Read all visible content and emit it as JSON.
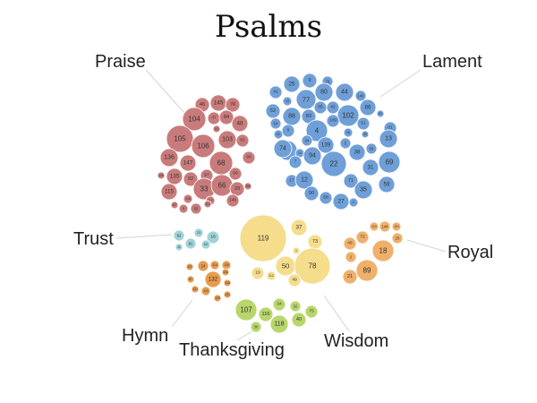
{
  "title": "Psalms",
  "groups": [
    {
      "name": "Praise",
      "color": "#c97b7b",
      "psalms": [
        "46",
        "145",
        "76",
        "104",
        "47",
        "84",
        "48",
        "111",
        "105",
        "106",
        "103",
        "81",
        "136",
        "147",
        "68",
        "96",
        "135",
        "92",
        "97",
        "99",
        "149",
        "115",
        "33",
        "66",
        "29",
        "148",
        "117",
        "150",
        "67",
        "8",
        "65",
        "113",
        "146"
      ]
    },
    {
      "name": "Lament",
      "color": "#6f9fd8",
      "psalms": [
        "25",
        "9",
        "79",
        "43",
        "41",
        "77",
        "80",
        "44",
        "140",
        "52",
        "85",
        "42",
        "86",
        "88",
        "83",
        "102",
        "53",
        "54",
        "4",
        "109",
        "36",
        "51",
        "61",
        "82",
        "39",
        "13",
        "55",
        "6",
        "64",
        "5",
        "56",
        "74",
        "10",
        "139",
        "38",
        "69",
        "7",
        "94",
        "22",
        "31",
        "17",
        "12",
        "71",
        "59",
        "35",
        "90",
        "58",
        "27",
        "3"
      ]
    },
    {
      "name": "Trust",
      "color": "#9fd3d6",
      "psalms": [
        "62",
        "23",
        "16",
        "11",
        "91",
        "63"
      ]
    },
    {
      "name": "Wisdom",
      "color": "#f5dd8c",
      "psalms": [
        "119",
        "37",
        "73",
        "1",
        "19",
        "112",
        "50",
        "78",
        "49"
      ]
    },
    {
      "name": "Royal",
      "color": "#f0b06a",
      "psalms": [
        "110",
        "144",
        "101",
        "72",
        "20",
        "45",
        "18",
        "2",
        "89",
        "21"
      ]
    },
    {
      "name": "Hymn",
      "color": "#e89a4e",
      "psalms": [
        "24",
        "114",
        "126",
        "137",
        "87",
        "132",
        "134",
        "128",
        "121",
        "120",
        "125",
        "131"
      ]
    },
    {
      "name": "Thanksgiving",
      "color": "#b8d66c",
      "psalms": [
        "107",
        "34",
        "32",
        "116",
        "75",
        "30",
        "118",
        "40"
      ]
    }
  ]
}
